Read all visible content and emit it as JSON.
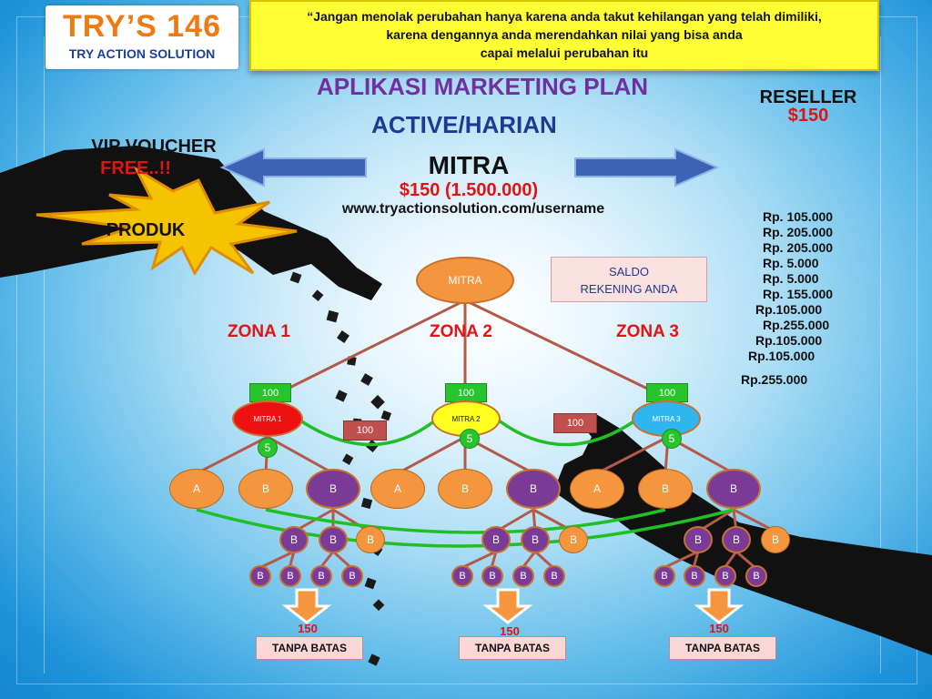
{
  "brand": {
    "title": "TRY’S 146",
    "subtitle": "TRY ACTION SOLUTION"
  },
  "quote": {
    "line1": "“Jangan menolak perubahan hanya karena anda takut kehilangan yang telah dimiliki,",
    "line2": "karena dengannya anda merendahkan nilai yang bisa anda",
    "line3": "capai melalui perubahan itu"
  },
  "title": {
    "line1": "APLIKASI MARKETING PLAN",
    "line2": "ACTIVE/HARIAN"
  },
  "center": {
    "label": "MITRA",
    "price": "$150 (1.500.000)",
    "url": "www.tryactionsolution.com/username"
  },
  "reseller": {
    "label": "RESELLER",
    "price": "$150"
  },
  "vip": {
    "label": "VIP VOUCHER",
    "price": "FREE..!!"
  },
  "produk": "PRODUK",
  "saldo": {
    "line1": "SALDO",
    "line2": "REKENING ANDA"
  },
  "rp_values": [
    "Rp. 105.000",
    "Rp. 205.000",
    "Rp. 205.000",
    "Rp. 5.000",
    "Rp. 5.000",
    "Rp. 155.000",
    "Rp.105.000",
    "Rp.255.000",
    "Rp.105.000",
    "Rp.105.000",
    "Rp.255.000"
  ],
  "zones": [
    "ZONA 1",
    "ZONA 2",
    "ZONA 3"
  ],
  "tree": {
    "root": "MITRA",
    "mitras": [
      "MITRA 1",
      "MITRA 2",
      "MITRA 3"
    ],
    "hundred": "100",
    "five": "5",
    "level_a": [
      "A",
      "B",
      "B",
      "A",
      "B",
      "B",
      "A",
      "B",
      "B"
    ],
    "level_b": "B",
    "footer_value": "150",
    "footer_label": "TANPA BATAS"
  },
  "colors": {
    "accent_orange": "#f5963e",
    "purple": "#7a3b97",
    "green": "#27c42b",
    "red": "#e11414",
    "title_purple": "#7030a0",
    "title_blue": "#1f3a93"
  }
}
